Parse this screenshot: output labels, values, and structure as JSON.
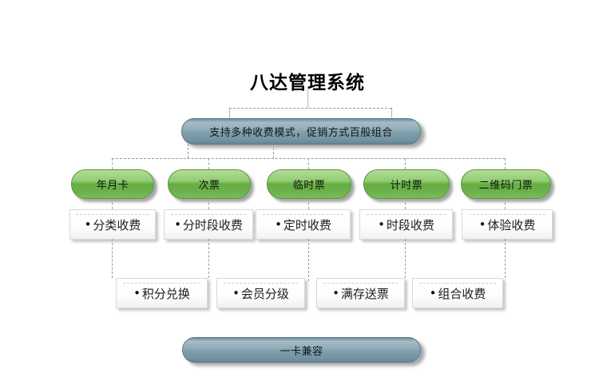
{
  "page": {
    "title": "八达管理系统"
  },
  "banners": {
    "top": "支持多种收费模式，促销方式百般组合",
    "bottom": "一卡兼容"
  },
  "bullet": "•",
  "level1": [
    {
      "label": "年月卡"
    },
    {
      "label": "次票"
    },
    {
      "label": "临时票"
    },
    {
      "label": "计时票"
    },
    {
      "label": "二维码门票"
    }
  ],
  "level2": [
    {
      "label": "分类收费"
    },
    {
      "label": "分时段收费"
    },
    {
      "label": "定时收费"
    },
    {
      "label": "时段收费"
    },
    {
      "label": "体验收费"
    }
  ],
  "level3": [
    {
      "label": "积分兑换"
    },
    {
      "label": "会员分级"
    },
    {
      "label": "满存送票"
    },
    {
      "label": "组合收费"
    }
  ],
  "colors": {
    "node_green": "#6db14b",
    "capsule_blue": "#7e9eac",
    "connector_gray": "#9a9a9a"
  }
}
